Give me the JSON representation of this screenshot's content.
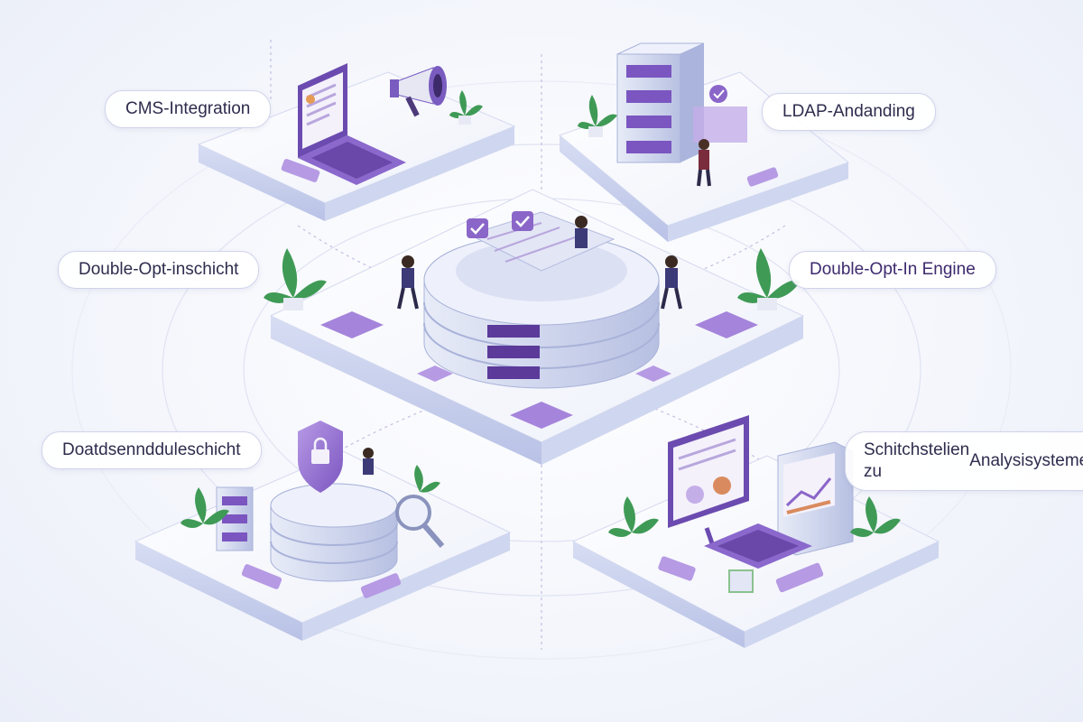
{
  "labels": {
    "cms": "CMS-Integration",
    "ldap": "LDAP-Andanding",
    "doi_layer": "Double-Opt-inschicht",
    "doi_engine": "Double-Opt-In Engine",
    "data_module": "Doatdsenndduleschicht",
    "analysis_line1": "Schitchstelien zu",
    "analysis_line2": "Analysisystemen"
  },
  "colors": {
    "purple": "#8b66c9",
    "purple_dark": "#5b3a9a",
    "purple_light": "#c4aee8",
    "platform": "#f3f5fc",
    "platform_side": "#c9d0ec",
    "server": "#dde2f2",
    "leaf": "#3f9a56",
    "text": "#2e2c4d"
  }
}
